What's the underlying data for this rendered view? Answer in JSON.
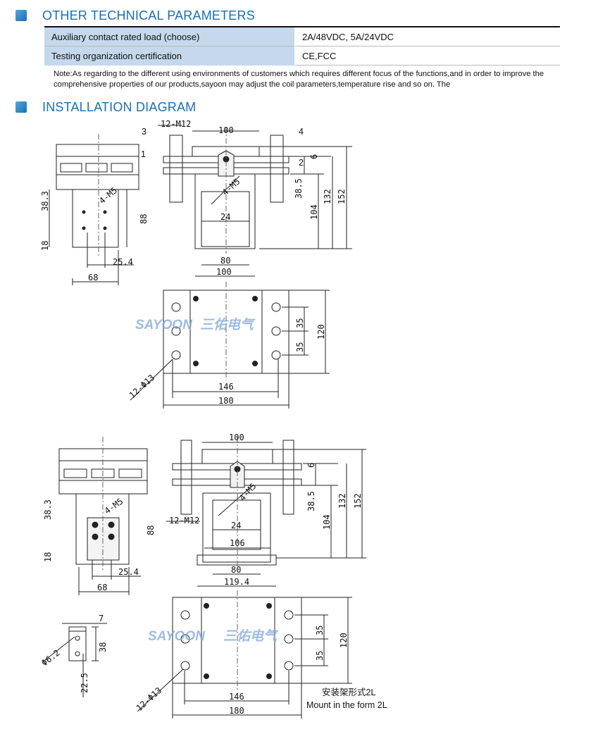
{
  "sections": {
    "other_title": "OTHER TECHNICAL PARAMETERS",
    "install_title": "INSTALLATION DIAGRAM"
  },
  "params": [
    {
      "label": "Auxiliary contact rated load (choose)",
      "value": "2A/48VDC, 5A/24VDC"
    },
    {
      "label": "Testing organization certification",
      "value": "CE,FCC"
    }
  ],
  "note": "Note:As regarding to the different using environments of customers which requires  different focus of the functions,and in order to improve the comprehensive properties of our products,sayoon may adjust the coil parameters,temperature rise and so on.  The",
  "diagram1": {
    "side": {
      "h_upper": "38.3",
      "h_lower": "18",
      "h_body": "88",
      "w_mid": "25.4",
      "w_total": "68",
      "bolt": "4-M5"
    },
    "front": {
      "thread": "12-M12",
      "top_w": "100",
      "coil_bolt": "4-M5",
      "hole_w": "24",
      "inner_w": "80",
      "outer_w": "100",
      "t6": "6",
      "t385": "38.5",
      "t104": "104",
      "t132": "132",
      "t152": "152",
      "callouts": [
        "1",
        "2",
        "3",
        "4"
      ]
    },
    "base": {
      "d35a": "35",
      "d35b": "35",
      "h120": "120",
      "w146": "146",
      "w180": "180",
      "holes": "12-Φ13"
    }
  },
  "diagram2": {
    "side": {
      "h_upper": "38.3",
      "h_lower": "18",
      "h_body": "88",
      "w_mid": "25.4",
      "w_total": "68",
      "bolt": "4-M5"
    },
    "front": {
      "thread": "12-M12",
      "top_w": "100",
      "coil_bolt": "4-M5",
      "hole_w": "24",
      "w106": "106",
      "inner_w": "80",
      "outer_w": "119.4",
      "t6": "6",
      "t385": "38.5",
      "t104": "104",
      "t132": "132",
      "t152": "152"
    },
    "bracket": {
      "w7": "7",
      "h38": "38",
      "d62": "Φ6.2",
      "h225": "22.5"
    },
    "base": {
      "d35a": "35",
      "d35b": "35",
      "h120": "120",
      "w146": "146",
      "w180": "180",
      "holes": "12-Φ13"
    }
  },
  "watermark": {
    "latin": "SAYOON",
    "cjk": "三佑电气"
  },
  "mount_caption": {
    "cn": "安装架形式2L",
    "en": "Mount in the form 2L"
  }
}
